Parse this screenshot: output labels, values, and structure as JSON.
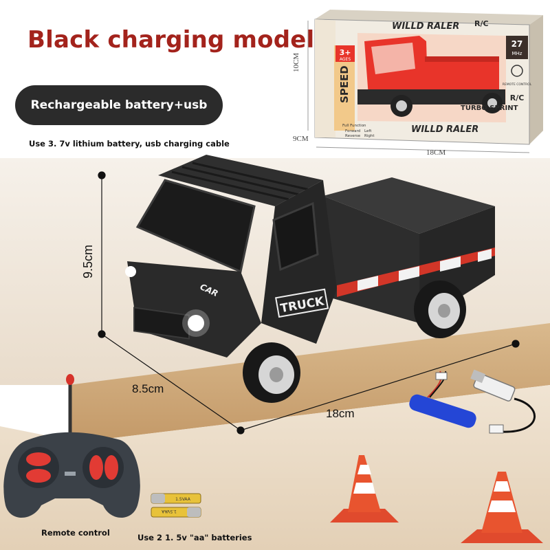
{
  "title": "Black charging model",
  "battery_pill": "Rechargeable battery+usb",
  "battery_note": "Use 3. 7v lithium battery, usb charging cable",
  "truck_dims": {
    "height": "9.5cm",
    "width": "8.5cm",
    "length": "18cm"
  },
  "box_dims": {
    "height": "10CM",
    "depth": "9CM",
    "length": "18CM"
  },
  "box": {
    "brand": "WILLD RALER",
    "age": "3+",
    "age_label": "AGES",
    "freq": "27",
    "freq_unit": "MHz",
    "speed": "SPEED",
    "rc": "R/C",
    "remote_label": "REMOTE CONTROL",
    "series": "TURBO SPRINT",
    "functions": [
      "Full Function",
      "Forward",
      "Left",
      "Reverse",
      "Right"
    ],
    "color": "#e8342a"
  },
  "truck": {
    "door_text": "TRUCK",
    "badge": "CAR",
    "body_color": "#2a2a2a"
  },
  "remote_label": "Remote control",
  "aa_label": "Use 2 1. 5v \"aa\" batteries",
  "aa_cells": [
    "1.5VAA",
    "1.5VAA"
  ]
}
